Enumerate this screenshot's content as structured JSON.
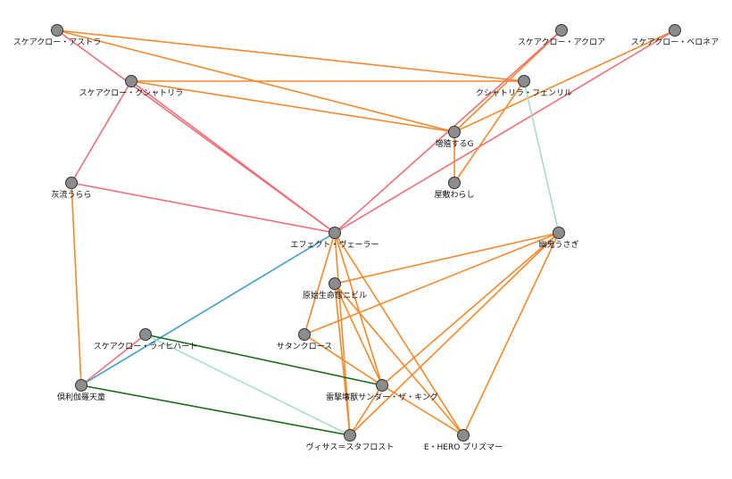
{
  "graph": {
    "title": "",
    "colors": {
      "orange": "#f5882a",
      "pink": "#ee6f7a",
      "teal": "#a9dbd3",
      "blue": "#3b9dc9",
      "green": "#1b6e1b",
      "node_fill": "#8c8c8c",
      "node_stroke": "#333333"
    },
    "nodes": [
      {
        "id": "astra",
        "label": "スケアクロー・アストラ"
      },
      {
        "id": "akroa",
        "label": "スケアクロー・アクロア"
      },
      {
        "id": "veronea",
        "label": "スケアクロー・ベロネア"
      },
      {
        "id": "kushatrilla",
        "label": "スケアクロー・クシャトリラ"
      },
      {
        "id": "fenrir",
        "label": "クシャトリラ・フェンリル"
      },
      {
        "id": "g",
        "label": "増殖するG"
      },
      {
        "id": "urara",
        "label": "灰流うらら"
      },
      {
        "id": "warashi",
        "label": "屋敷わらし"
      },
      {
        "id": "veiler",
        "label": "エフェクト・ヴェーラー"
      },
      {
        "id": "usagi",
        "label": "幽鬼うさぎ"
      },
      {
        "id": "nibiru",
        "label": "原始生命態ニビル"
      },
      {
        "id": "santa",
        "label": "サタンクロース"
      },
      {
        "id": "raihiheart",
        "label": "スケアクロー・ライヒハート"
      },
      {
        "id": "tenno",
        "label": "倶利伽羅天童"
      },
      {
        "id": "thunder",
        "label": "雷撃壊獣サンダー・ザ・キング"
      },
      {
        "id": "visas",
        "label": "ヴィサス＝スタフロスト"
      },
      {
        "id": "prisma",
        "label": "E・HERO プリズマー"
      }
    ],
    "edges": [
      {
        "source": "astra",
        "target": "fenrir",
        "color": "orange"
      },
      {
        "source": "astra",
        "target": "g",
        "color": "orange"
      },
      {
        "source": "astra",
        "target": "veiler",
        "color": "pink"
      },
      {
        "source": "kushatrilla",
        "target": "fenrir",
        "color": "orange"
      },
      {
        "source": "kushatrilla",
        "target": "g",
        "color": "orange"
      },
      {
        "source": "kushatrilla",
        "target": "veiler",
        "color": "pink"
      },
      {
        "source": "kushatrilla",
        "target": "urara",
        "color": "pink"
      },
      {
        "source": "akroa",
        "target": "g",
        "color": "orange"
      },
      {
        "source": "akroa",
        "target": "veiler",
        "color": "pink"
      },
      {
        "source": "veronea",
        "target": "g",
        "color": "orange"
      },
      {
        "source": "veronea",
        "target": "veiler",
        "color": "pink"
      },
      {
        "source": "fenrir",
        "target": "warashi",
        "color": "orange"
      },
      {
        "source": "fenrir",
        "target": "usagi",
        "color": "teal"
      },
      {
        "source": "g",
        "target": "warashi",
        "color": "orange"
      },
      {
        "source": "urara",
        "target": "veiler",
        "color": "pink"
      },
      {
        "source": "urara",
        "target": "tenno",
        "color": "orange"
      },
      {
        "source": "veiler",
        "target": "tenno",
        "color": "blue"
      },
      {
        "source": "veiler",
        "target": "santa",
        "color": "orange"
      },
      {
        "source": "veiler",
        "target": "thunder",
        "color": "orange"
      },
      {
        "source": "veiler",
        "target": "visas",
        "color": "orange"
      },
      {
        "source": "veiler",
        "target": "prisma",
        "color": "orange"
      },
      {
        "source": "usagi",
        "target": "nibiru",
        "color": "orange"
      },
      {
        "source": "usagi",
        "target": "santa",
        "color": "orange"
      },
      {
        "source": "usagi",
        "target": "thunder",
        "color": "orange"
      },
      {
        "source": "usagi",
        "target": "visas",
        "color": "orange"
      },
      {
        "source": "usagi",
        "target": "prisma",
        "color": "orange"
      },
      {
        "source": "nibiru",
        "target": "thunder",
        "color": "orange"
      },
      {
        "source": "nibiru",
        "target": "visas",
        "color": "orange"
      },
      {
        "source": "nibiru",
        "target": "prisma",
        "color": "orange"
      },
      {
        "source": "santa",
        "target": "thunder",
        "color": "orange"
      },
      {
        "source": "thunder",
        "target": "prisma",
        "color": "orange"
      },
      {
        "source": "thunder",
        "target": "visas",
        "color": "orange"
      },
      {
        "source": "raihiheart",
        "target": "thunder",
        "color": "green"
      },
      {
        "source": "raihiheart",
        "target": "visas",
        "color": "teal"
      },
      {
        "source": "raihiheart",
        "target": "tenno",
        "color": "pink"
      },
      {
        "source": "tenno",
        "target": "visas",
        "color": "green"
      }
    ]
  }
}
